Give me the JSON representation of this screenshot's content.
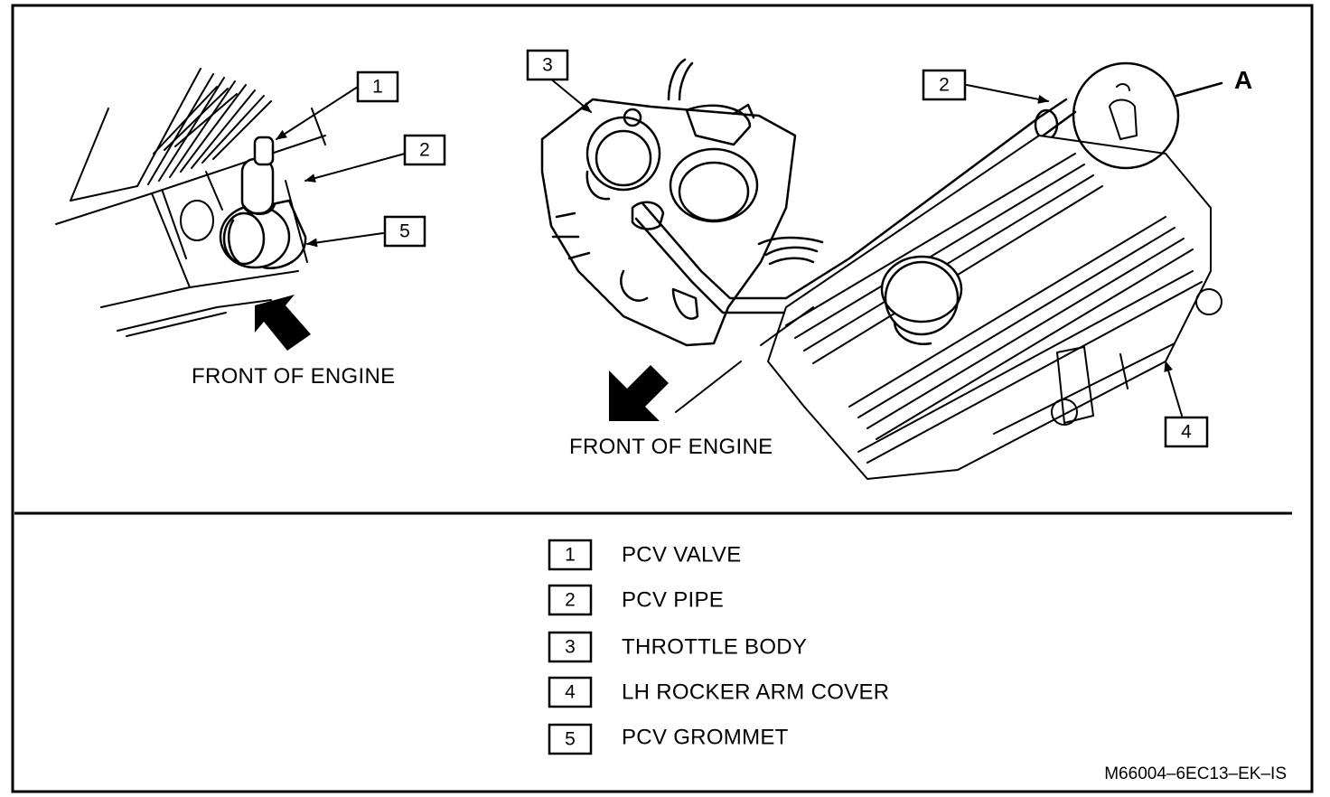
{
  "left_view": {
    "callouts": [
      "1",
      "2",
      "5"
    ],
    "caption": "FRONT OF ENGINE"
  },
  "right_view": {
    "callouts": [
      "3",
      "2",
      "4"
    ],
    "detail_label": "A",
    "caption": "FRONT OF ENGINE"
  },
  "legend": [
    {
      "num": "1",
      "label": "PCV VALVE"
    },
    {
      "num": "2",
      "label": "PCV PIPE"
    },
    {
      "num": "3",
      "label": "THROTTLE BODY"
    },
    {
      "num": "4",
      "label": "LH ROCKER ARM COVER"
    },
    {
      "num": "5",
      "label": "PCV GROMMET"
    }
  ],
  "figure_code": "M66004–6EC13–EK–IS"
}
